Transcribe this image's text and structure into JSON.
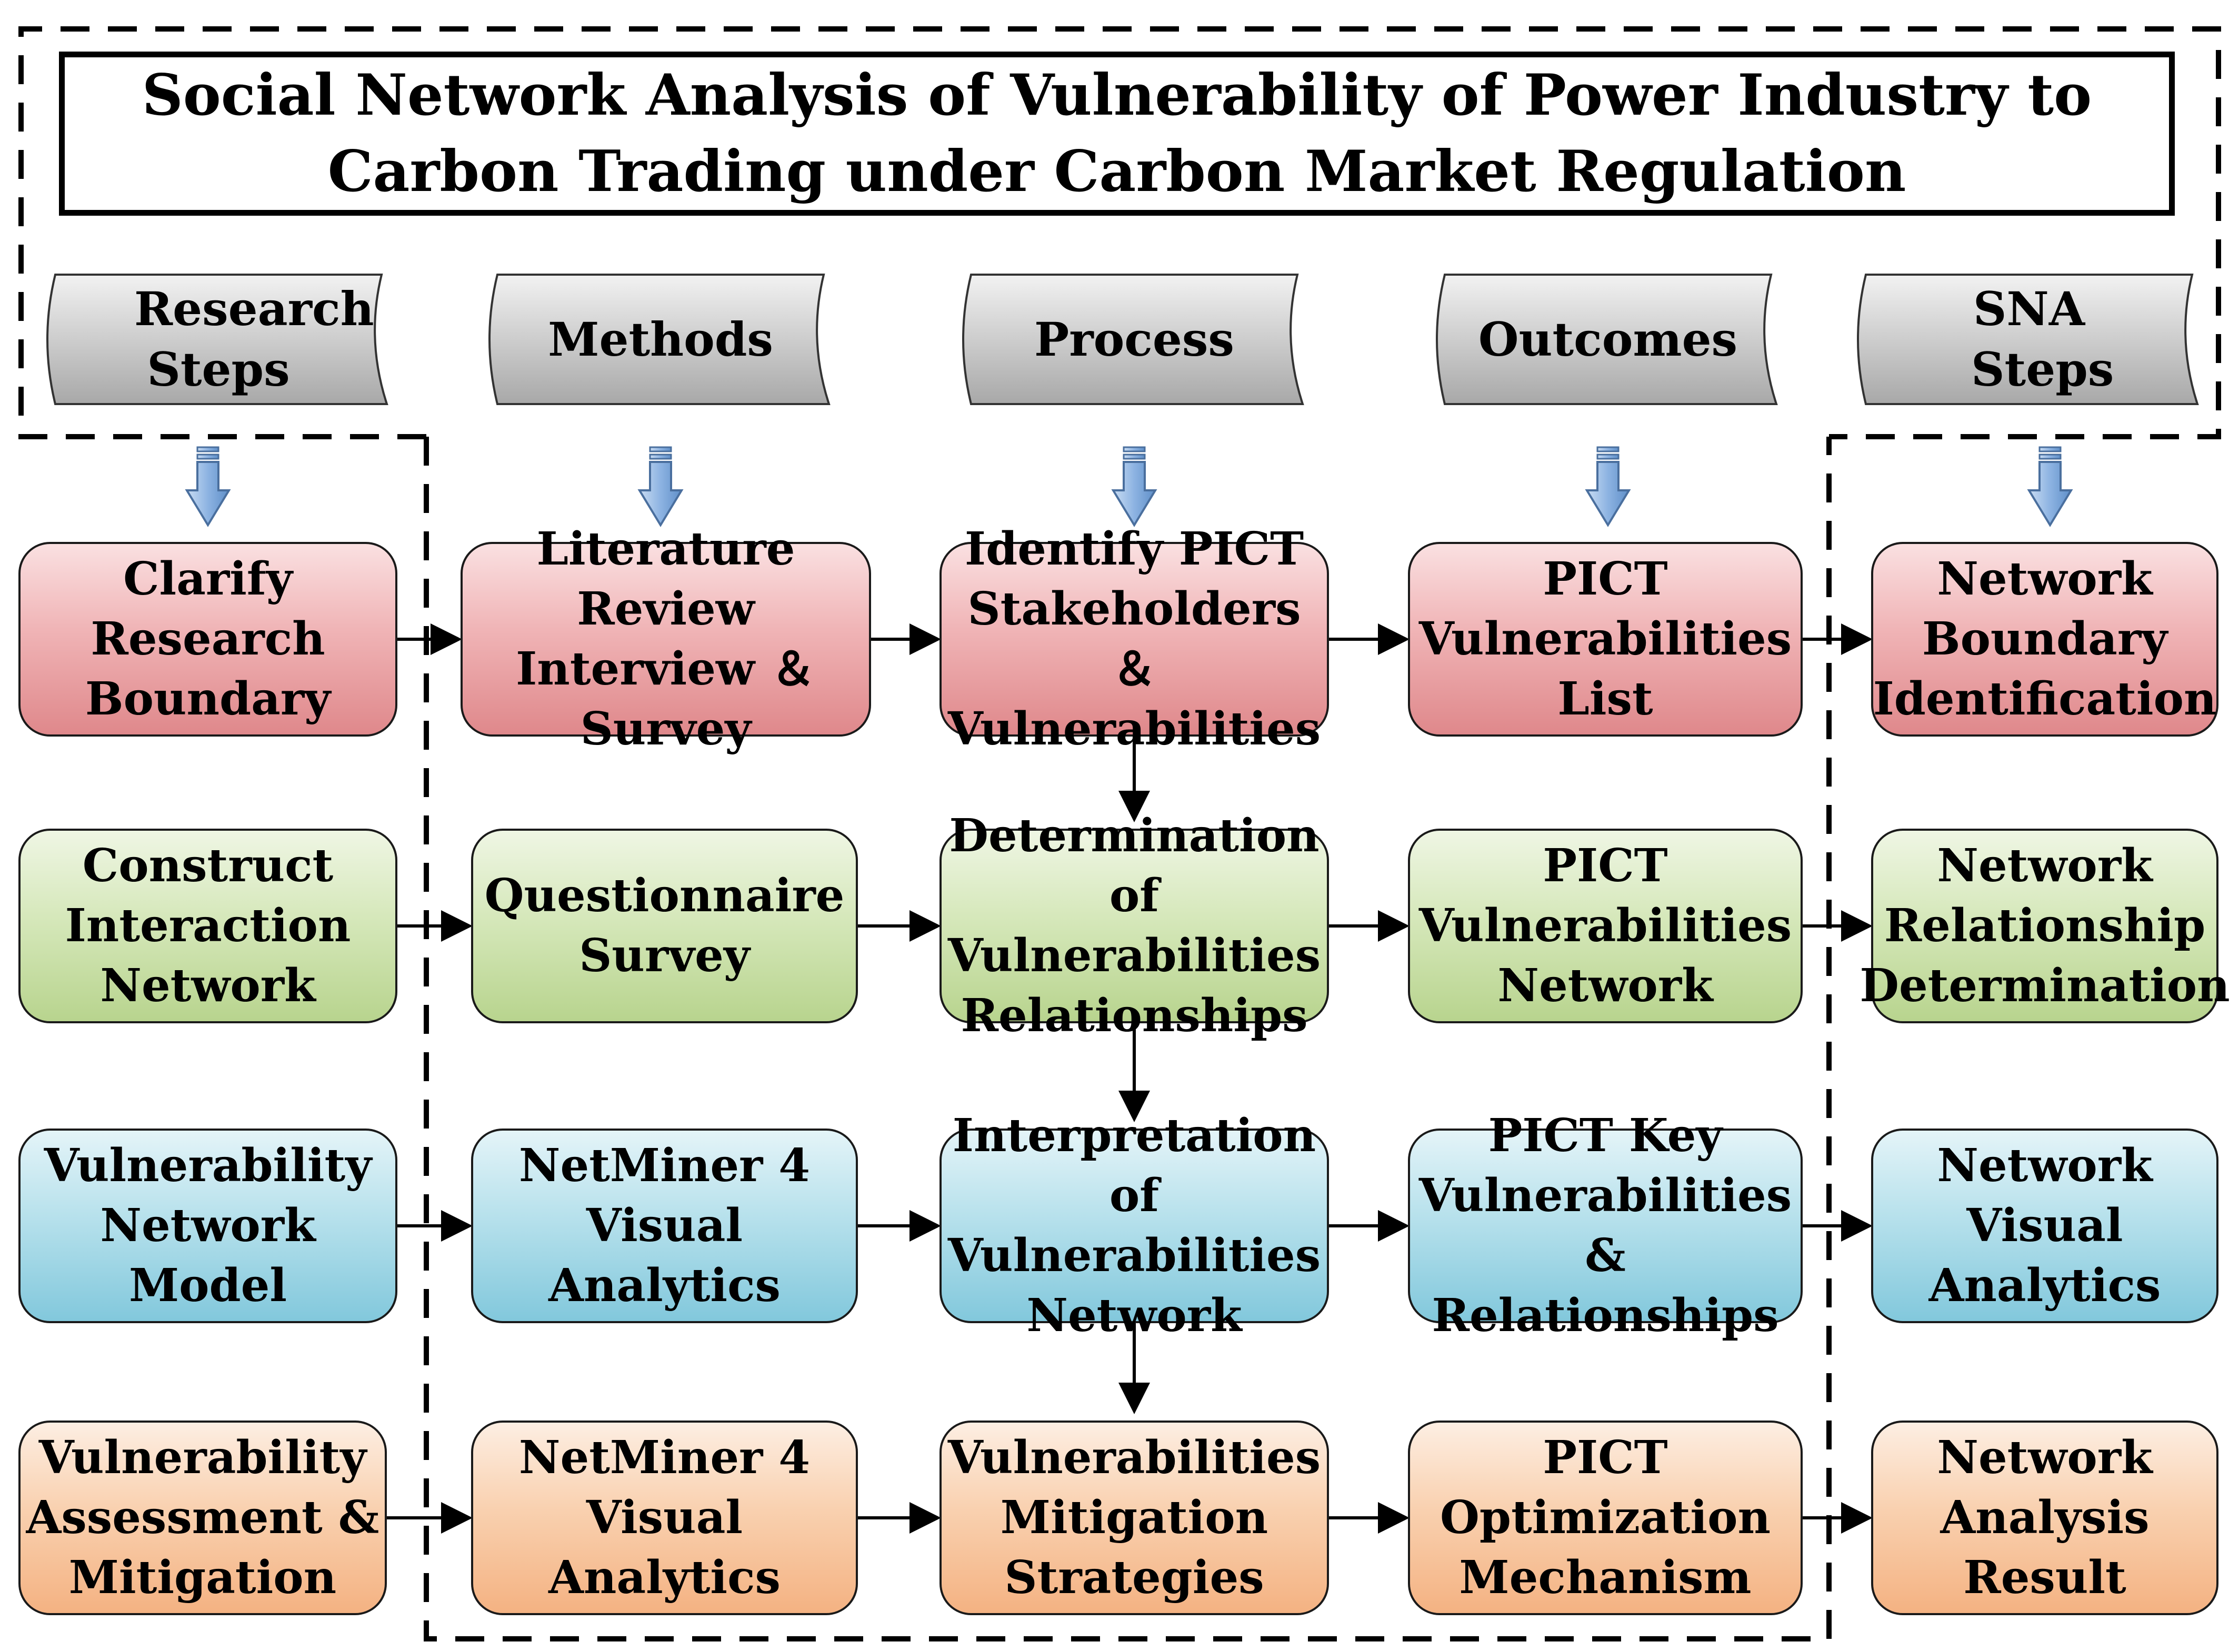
{
  "title": "Social Network Analysis of Vulnerability of Power Industry to Carbon Trading under Carbon Market Regulation",
  "headers": {
    "research_steps": "Research Steps",
    "methods": "Methods",
    "process": "Process",
    "outcomes": "Outcomes",
    "sna_steps": "SNA Steps"
  },
  "rows": [
    {
      "research_step": "Clarify Research Boundary",
      "method": "Literature Review Interview ＆Survey",
      "process": "Identify PICT Stakeholders ＆ Vulnerabilities",
      "outcome": "PICT Vulnerabilities List",
      "sna_step": "Network Boundary Identification"
    },
    {
      "research_step": "Construct Interaction Network",
      "method": "Questionnaire Survey",
      "process": "Determination of Vulnerabilities Relationships",
      "outcome": "PICT Vulnerabilities Network",
      "sna_step": "Network Relationship Determination"
    },
    {
      "research_step": "Vulnerability Network Model",
      "method": "NetMiner 4 Visual Analytics",
      "process": "Interpretation of Vulnerabilities Network",
      "outcome": "PICT Key Vulnerabilities & Relationships",
      "sna_step": "Network Visual Analytics"
    },
    {
      "research_step": "Vulnerability Assessment & Mitigation",
      "method": "NetMiner 4 Visual Analytics",
      "process": "Vulnerabilities Mitigation Strategies",
      "outcome": "PICT Optimization Mechanism",
      "sna_step": "Network Analysis Result"
    }
  ],
  "colors": {
    "row1": "#e8a0a3",
    "row2": "#cde3ad",
    "row3": "#a6d8e6",
    "row4": "#f8c8a0",
    "header_fill": "#c8c8c8",
    "down_arrow": "#8db3e2"
  }
}
